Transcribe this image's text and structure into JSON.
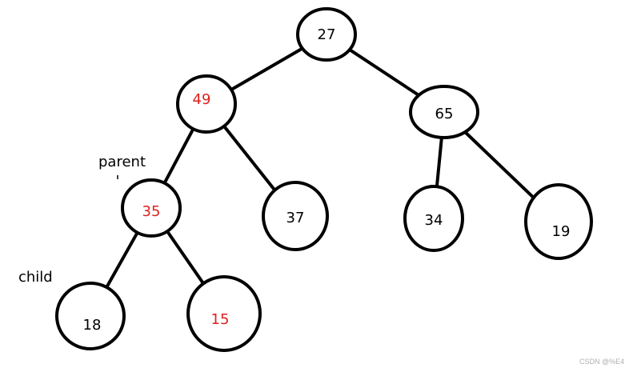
{
  "colors": {
    "highlight": "#e02020",
    "normal": "#000000"
  },
  "nodes": [
    {
      "id": "n27",
      "value": "27",
      "highlighted": false
    },
    {
      "id": "n49",
      "value": "49",
      "highlighted": true
    },
    {
      "id": "n65",
      "value": "65",
      "highlighted": false
    },
    {
      "id": "n35",
      "value": "35",
      "highlighted": true
    },
    {
      "id": "n37",
      "value": "37",
      "highlighted": false
    },
    {
      "id": "n34",
      "value": "34",
      "highlighted": false
    },
    {
      "id": "n19",
      "value": "19",
      "highlighted": false
    },
    {
      "id": "n18",
      "value": "18",
      "highlighted": false
    },
    {
      "id": "n15",
      "value": "15",
      "highlighted": true
    }
  ],
  "edges": [
    [
      "n27",
      "n49"
    ],
    [
      "n27",
      "n65"
    ],
    [
      "n49",
      "n35"
    ],
    [
      "n49",
      "n37"
    ],
    [
      "n65",
      "n34"
    ],
    [
      "n65",
      "n19"
    ],
    [
      "n35",
      "n18"
    ],
    [
      "n35",
      "n15"
    ]
  ],
  "labels": {
    "parent": "parent",
    "child": "child"
  },
  "watermark": "CSDN @%E4"
}
